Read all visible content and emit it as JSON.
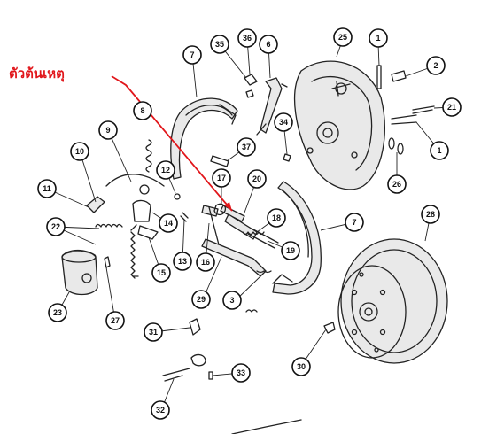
{
  "annotation": {
    "text": "ตัวต้นเหตุ",
    "color": "#e1161b"
  },
  "callouts": [
    "1",
    "1",
    "2",
    "3",
    "7",
    "7",
    "8",
    "9",
    "10",
    "11",
    "12",
    "13",
    "14",
    "15",
    "16",
    "17",
    "18",
    "19",
    "20",
    "21",
    "22",
    "23",
    "25",
    "26",
    "27",
    "28",
    "29",
    "30",
    "31",
    "32",
    "33",
    "34",
    "35",
    "36",
    "37",
    "6"
  ]
}
